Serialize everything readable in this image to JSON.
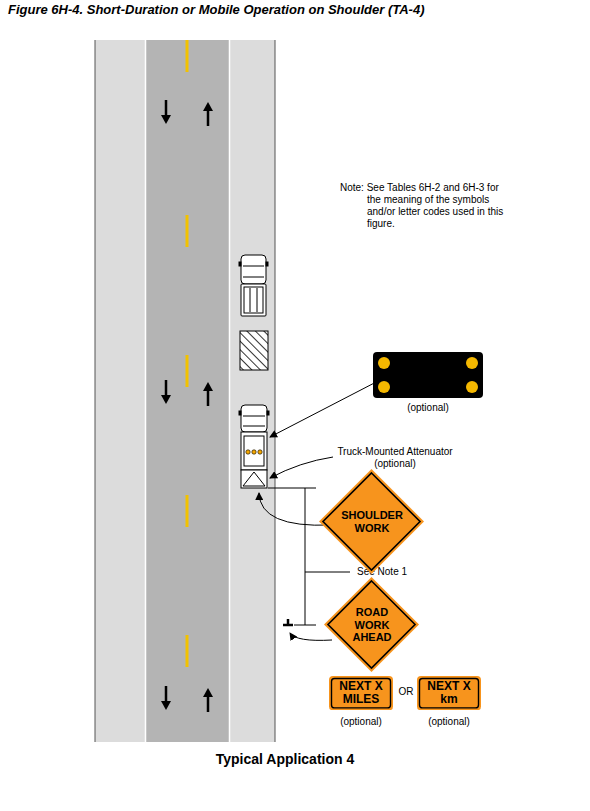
{
  "diagram": {
    "title": "Figure 6H-4. Short-Duration or Mobile Operation on Shoulder (TA-4)",
    "caption": "Typical Application 4",
    "nodes": [
      {
        "text": [
          "SHOULDER WORK"
        ]
      },
      {
        "text": [
          "ROAD WORK AHEAD"
        ]
      },
      {
        "text": [
          "NEXT X MILES"
        ]
      },
      {
        "text": [
          "NEXT X km"
        ]
      }
    ],
    "labels": [
      "Note: See Tables 6H-2 and 6H-3 for the meaning of the symbols and/or letter codes used in this figure.",
      "(optional)",
      "Truck-Mounted Attenuator (optional)",
      "See Note 1",
      "OR",
      "(optional)",
      "(optional)"
    ]
  }
}
